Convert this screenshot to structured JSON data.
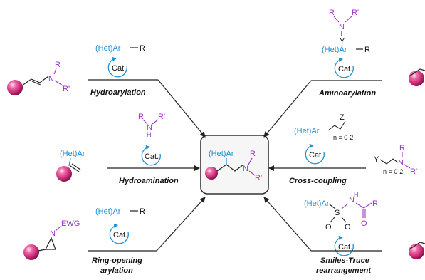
{
  "colors": {
    "blue": "#1e90d6",
    "purple": "#9b36c7",
    "sphere": "#d2337e",
    "box_border": "#333333",
    "box_fill": "#f6f6f6"
  },
  "center": {
    "hetar": "(Het)Ar",
    "n": "N",
    "r": "R",
    "rp": "R'"
  },
  "reactions": {
    "hydroarylation": {
      "label": "Hydroarylation",
      "cat": "Cat.",
      "hetar": "(Het)Ar",
      "r": "R",
      "substrate_n": "N",
      "substrate_r": "R",
      "substrate_rp": "R'"
    },
    "aminoarylation": {
      "label": "Aminoarylation",
      "cat": "Cat.",
      "hetar": "(Het)Ar",
      "r": "R",
      "amine_r": "R",
      "amine_n": "N",
      "amine_rp": "R'",
      "amine_y": "Y"
    },
    "hydroamination": {
      "label": "Hydroamination",
      "cat": "Cat.",
      "amine_r": "R",
      "amine_n": "N",
      "amine_h": "H",
      "amine_rp": "R'",
      "substrate_hetar": "(Het)Ar"
    },
    "cross_coupling": {
      "label": "Cross-coupling",
      "cat": "Cat.",
      "hetar": "(Het)Ar",
      "z": "Z",
      "n_range": "n = 0-2",
      "sub_y": "Y",
      "sub_n": "N",
      "sub_r": "R",
      "sub_rp": "R'",
      "sub_n_range": "n = 0-2"
    },
    "ring_opening": {
      "label_line1": "Ring-opening",
      "label_line2": "arylation",
      "cat": "Cat.",
      "hetar": "(Het)Ar",
      "r": "R",
      "substrate_n": "N",
      "ewg": "EWG"
    },
    "smiles_truce": {
      "label_line1": "Smiles-Truce",
      "label_line2": "rearrangement",
      "cat": "Cat.",
      "hetar": "(Het)Ar",
      "s": "S",
      "o1": "O",
      "o2": "O",
      "n": "N",
      "h": "H",
      "r": "R",
      "o3": "O"
    }
  }
}
